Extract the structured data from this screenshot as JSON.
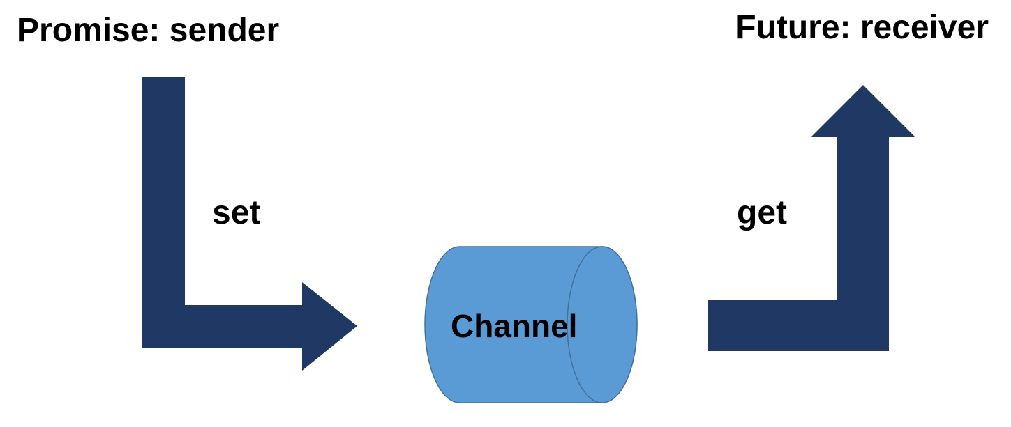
{
  "diagram": {
    "sender_title": "Promise: sender",
    "receiver_title": "Future: receiver",
    "set_label": "set",
    "get_label": "get",
    "channel_label": "Channel"
  },
  "colors": {
    "arrow": "#1f3864",
    "channel_fill": "#5b9bd5",
    "channel_stroke": "#41719c",
    "text": "#000000",
    "background": "#ffffff"
  },
  "icons": {
    "set_arrow": "bent-arrow-down-right-icon",
    "get_arrow": "bent-arrow-right-up-icon",
    "channel": "cylinder-icon"
  }
}
